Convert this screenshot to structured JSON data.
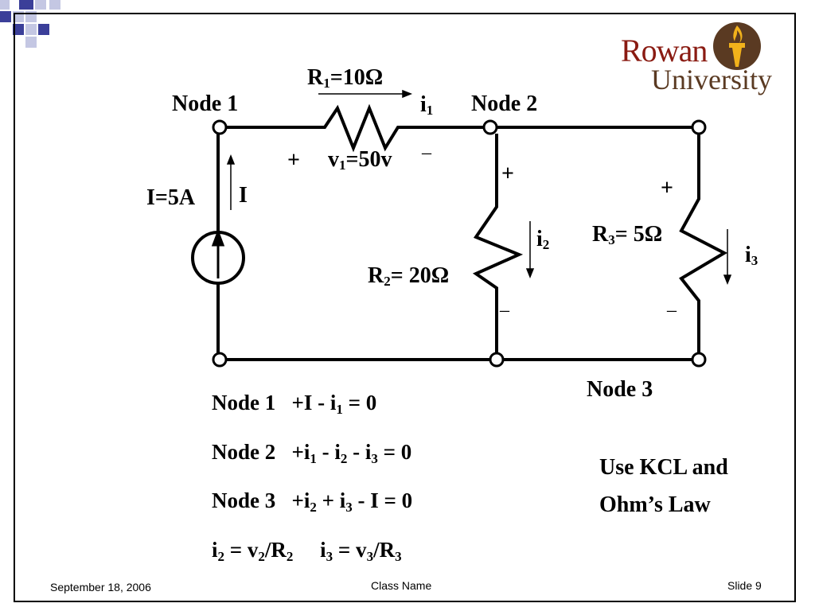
{
  "logo": {
    "line1": "Rowan",
    "line2": "University"
  },
  "circuit": {
    "node1": "Node 1",
    "node2": "Node 2",
    "node3": "Node 3",
    "r1_name": "R",
    "r1_sub": "1",
    "r1_val": "=10Ω",
    "i1_name": "i",
    "i1_sub": "1",
    "v1_name": "v",
    "v1_sub": "1",
    "v1_val": "=50v",
    "plus": "+",
    "minus": "–",
    "source_label": "I=5A",
    "source_arrow_label": "I",
    "r2_name": "R",
    "r2_sub": "2",
    "r2_val": "= 20Ω",
    "i2_name": "i",
    "i2_sub": "2",
    "r3_name": "R",
    "r3_sub": "3",
    "r3_val": "= 5Ω",
    "i3_name": "i",
    "i3_sub": "3"
  },
  "equations": {
    "eq1": {
      "node": "Node 1",
      "a": "+I - i",
      "a_sub": "1",
      "b": " = 0"
    },
    "eq2": {
      "node": "Node 2",
      "a": "+i",
      "a_sub": "1",
      "b": " - i",
      "b_sub": "2",
      "c": " - i",
      "c_sub": "3",
      "d": " = 0"
    },
    "eq3": {
      "node": "Node 3",
      "a": "+i",
      "a_sub": "2",
      "b": " + i",
      "b_sub": "3",
      "c": " - I = 0"
    },
    "eq4": {
      "a": "i",
      "a_sub": "2",
      "b": " = v",
      "b_sub": "2",
      "c": "/R",
      "c_sub": "2",
      "d": "i",
      "d_sub": "3",
      "e": " = v",
      "e_sub": "3",
      "f": "/R",
      "f_sub": "3"
    }
  },
  "note": {
    "line1": "Use KCL and",
    "line2": "Ohm’s Law"
  },
  "footer": {
    "date": "September 18, 2006",
    "class": "Class Name",
    "slide": "Slide 9"
  },
  "colors": {
    "deco_dark": "#3b3f99",
    "deco_light": "#c4c7e3",
    "logo_red": "#8a1b12",
    "logo_brown": "#5a3a22"
  }
}
